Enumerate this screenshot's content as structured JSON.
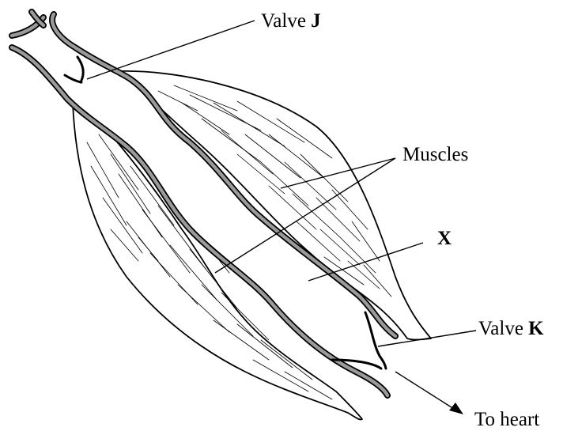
{
  "labels": {
    "valve_j_prefix": "Valve ",
    "valve_j_letter": "J",
    "muscles": "Muscles",
    "x": "X",
    "valve_k_prefix": "Valve ",
    "valve_k_letter": "K",
    "to_heart": "To heart"
  },
  "colors": {
    "vein_wall": "#000000",
    "vein_lumen": "#9a9a9a",
    "background": "#ffffff"
  }
}
